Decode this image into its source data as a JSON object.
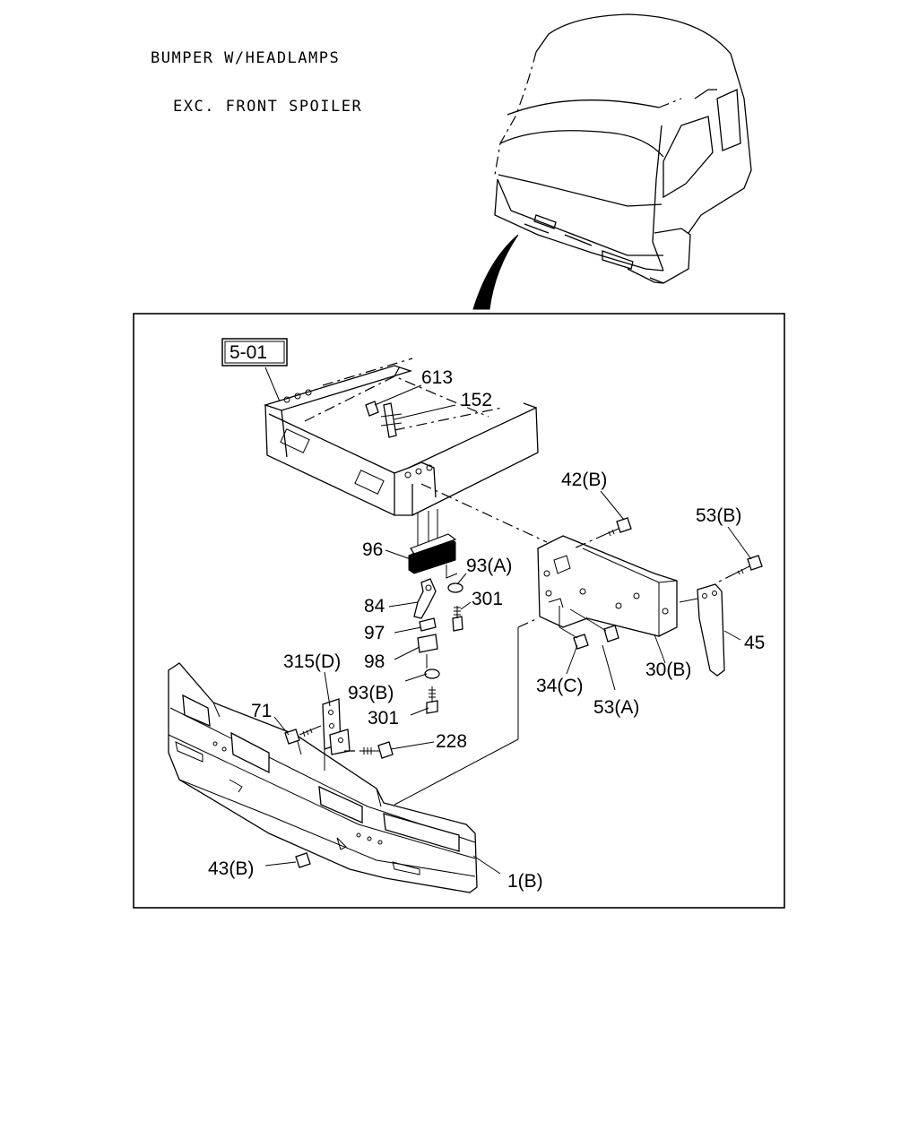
{
  "title": {
    "line1": "BUMPER W/HEADLAMPS",
    "line2": "EXC. FRONT SPOILER"
  },
  "ref_box": "5-01",
  "callouts": {
    "c613": "613",
    "c152": "152",
    "c42B": "42(B)",
    "c53B": "53(B)",
    "c96": "96",
    "c93A": "93(A)",
    "c301a": "301",
    "c84": "84",
    "c97": "97",
    "c98": "98",
    "c315D": "315(D)",
    "c93B": "93(B)",
    "c301b": "301",
    "c71": "71",
    "c228": "228",
    "c34C": "34(C)",
    "c53A": "53(A)",
    "c30B": "30(B)",
    "c45": "45",
    "c43B": "43(B)",
    "c1B": "1(B)"
  }
}
